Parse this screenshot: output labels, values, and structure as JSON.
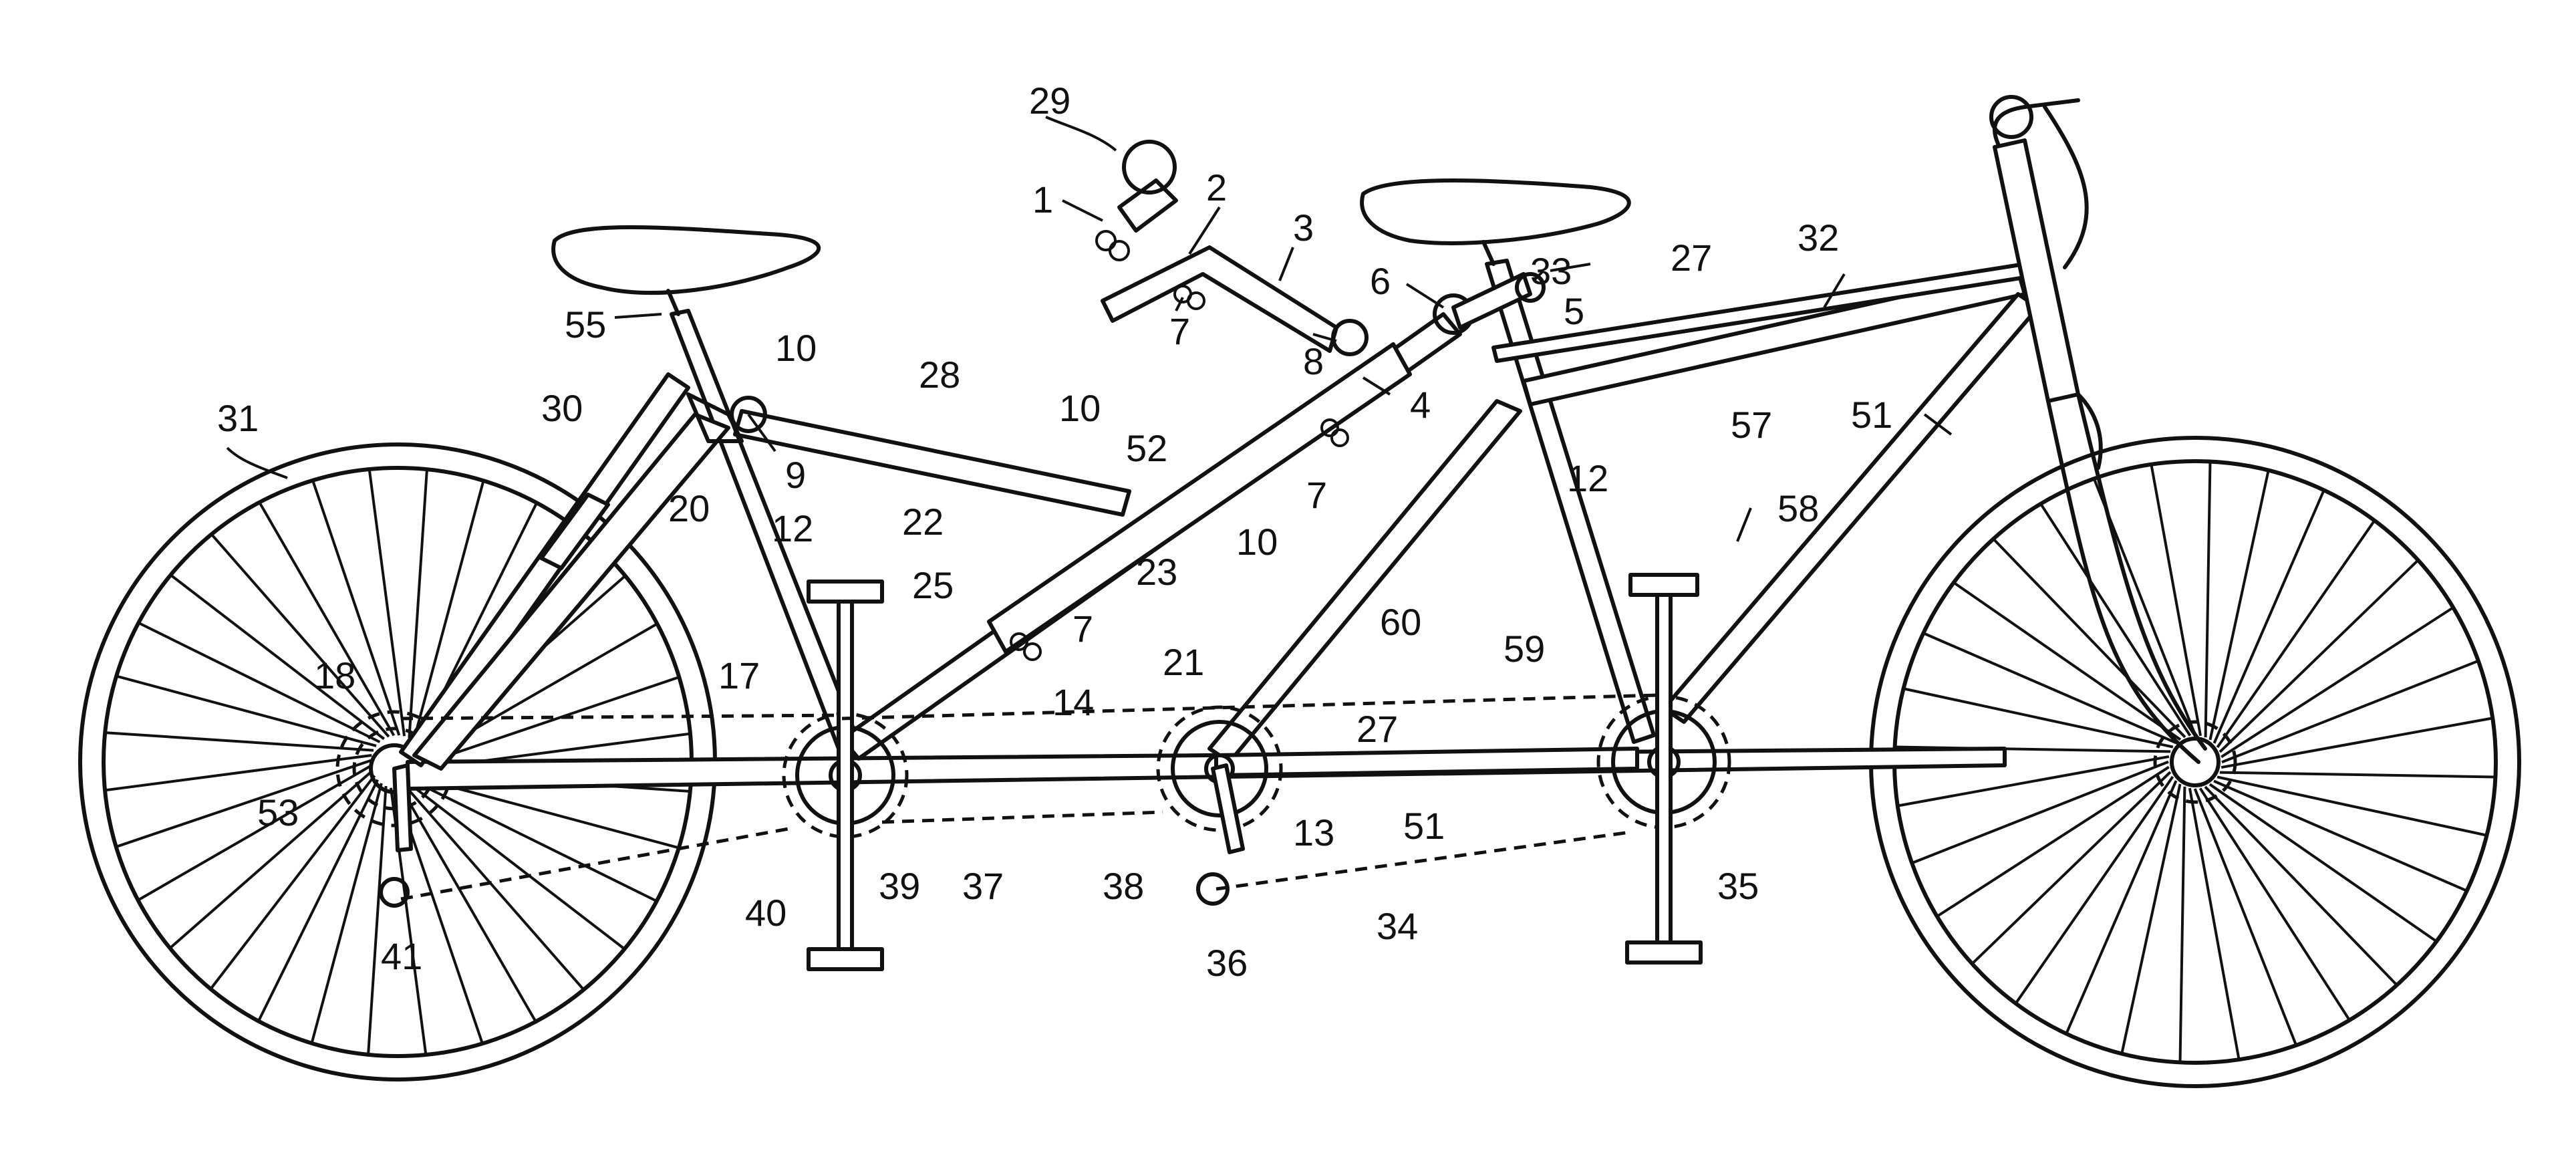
{
  "labels": {
    "l1": "1",
    "l2": "2",
    "l3": "3",
    "l4": "4",
    "l5": "5",
    "l6": "6",
    "l7a": "7",
    "l7b": "7",
    "l7c": "7",
    "l8": "8",
    "l9": "9",
    "l10a": "10",
    "l10b": "10",
    "l10c": "10",
    "l12a": "12",
    "l12b": "12",
    "l13": "13",
    "l14": "14",
    "l17": "17",
    "l18": "18",
    "l20": "20",
    "l21": "21",
    "l22": "22",
    "l23": "23",
    "l25": "25",
    "l27a": "27",
    "l27b": "27",
    "l28": "28",
    "l29": "29",
    "l30": "30",
    "l31": "31",
    "l32": "32",
    "l33": "33",
    "l34": "34",
    "l35": "35",
    "l36": "36",
    "l37": "37",
    "l38": "38",
    "l39": "39",
    "l40": "40",
    "l41": "41",
    "l51a": "51",
    "l51b": "51",
    "l52": "52",
    "l53": "53",
    "l55": "55",
    "l57": "57",
    "l58": "58",
    "l59": "59",
    "l60": "60"
  }
}
